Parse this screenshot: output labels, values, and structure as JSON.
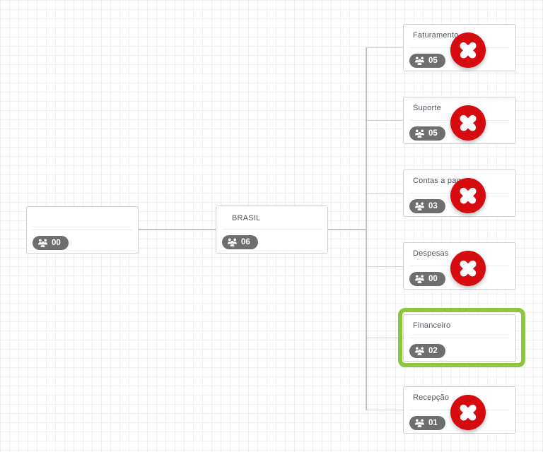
{
  "org_chart": {
    "root": {
      "title": "",
      "count": "00"
    },
    "country": {
      "title": "BRASIL",
      "count": "06"
    },
    "departments": [
      {
        "title": "Faturamento",
        "count": "05",
        "delete_visible": true,
        "selected": false
      },
      {
        "title": "Suporte",
        "count": "05",
        "delete_visible": true,
        "selected": false
      },
      {
        "title": "Contas a pagar",
        "count": "03",
        "delete_visible": true,
        "selected": false
      },
      {
        "title": "Despesas",
        "count": "00",
        "delete_visible": true,
        "selected": false
      },
      {
        "title": "Financeiro",
        "count": "02",
        "delete_visible": false,
        "selected": true
      },
      {
        "title": "Recepção",
        "count": "01",
        "delete_visible": true,
        "selected": false
      }
    ],
    "icons": {
      "members": "users-group-icon",
      "delete": "x-circle-icon"
    },
    "colors": {
      "delete_red": "#d60b10",
      "selected_green": "#8dc63f",
      "badge_gray": "#6e6e6e",
      "card_border": "#d0d0d3",
      "connector_gray": "#c3c3c8",
      "grid_line": "#f1f1f5",
      "title_text": "#4f5560"
    }
  }
}
